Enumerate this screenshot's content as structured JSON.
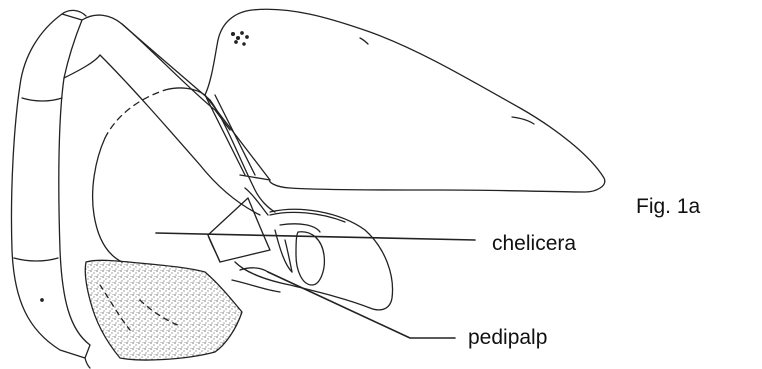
{
  "figure": {
    "label": "Fig. 1a"
  },
  "callouts": {
    "chelicera": "chelicera",
    "pedipalp": "pedipalp"
  }
}
